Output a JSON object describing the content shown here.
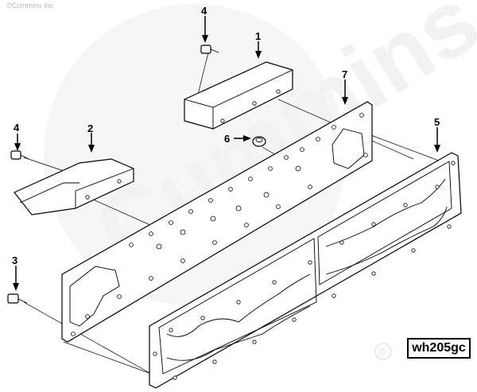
{
  "copyright": "©Cummins Inc",
  "watermark": "Cummins",
  "registered_mark": "®",
  "reference_code": "wh205gc",
  "callouts": {
    "c1": "1",
    "c2": "2",
    "c3": "3",
    "c4a": "4",
    "c4b": "4",
    "c5": "5",
    "c6": "6",
    "c7": "7"
  }
}
